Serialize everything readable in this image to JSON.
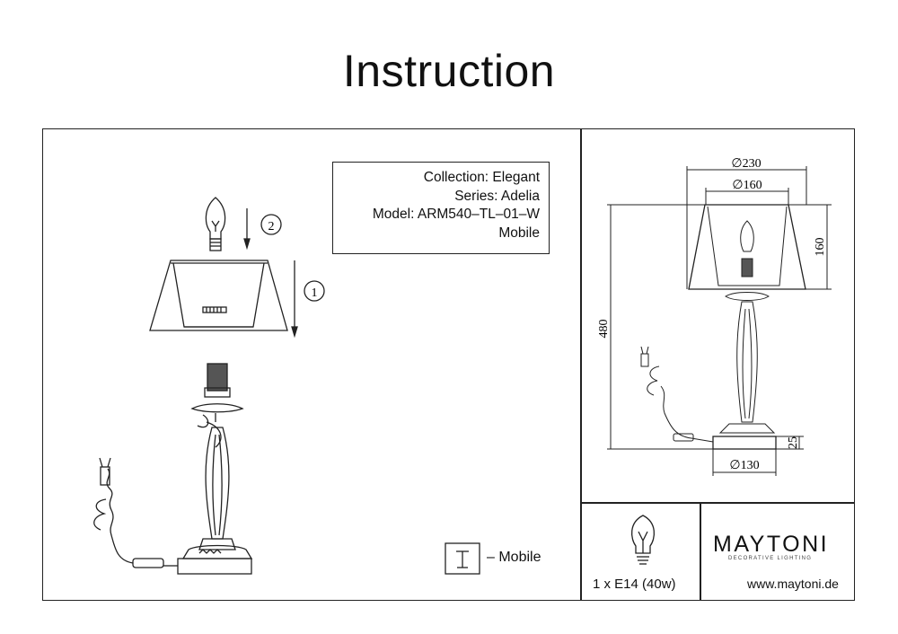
{
  "title": "Instruction",
  "info": {
    "collection": "Collection: Elegant",
    "series": "Series: Adelia",
    "model": "Model: ARM540–TL–01–W",
    "mobile": "Mobile"
  },
  "steps": {
    "step1": "1",
    "step2": "2"
  },
  "legend": {
    "mobile": "– Mobile"
  },
  "dimensions": {
    "shade_top": "∅230",
    "shade_bottom": "∅160",
    "shade_height": "160",
    "total_height": "480",
    "base_height": "25",
    "base_diameter": "∅130"
  },
  "bulb": {
    "spec": "1 x E14 (40w)",
    "icon": "bulb-icon"
  },
  "brand": {
    "name": "MAYTONI",
    "tagline": "DECORATIVE LIGHTING",
    "website": "www.maytoni.de"
  }
}
